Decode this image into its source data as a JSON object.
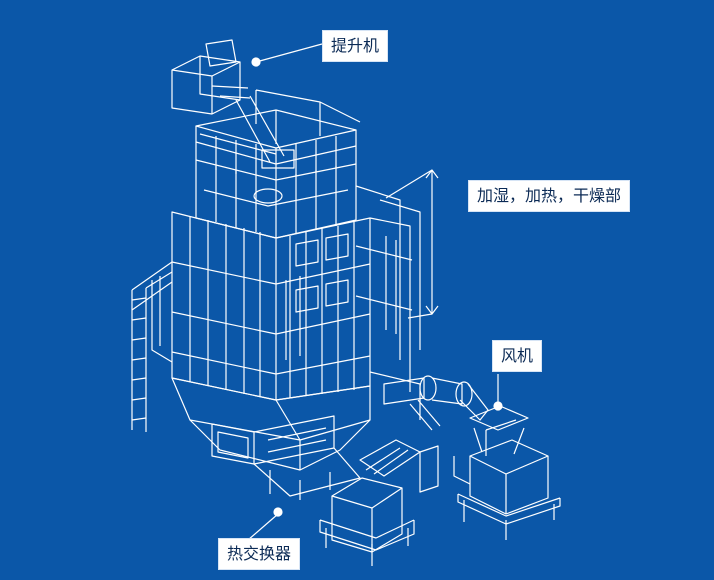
{
  "diagram": {
    "background_color": "#0b57a8",
    "line_color": "#ffffff",
    "labels": {
      "elevator": "提升机",
      "dry_section": "加湿，加热，干燥部",
      "fan": "风机",
      "heat_exchanger": "热交换器"
    }
  }
}
